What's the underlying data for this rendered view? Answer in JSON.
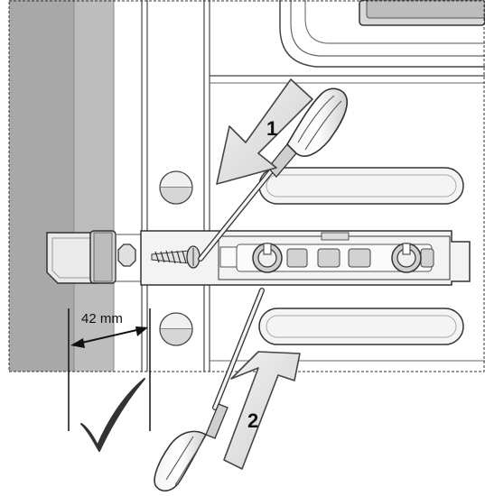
{
  "diagram": {
    "step_labels": [
      "1",
      "2"
    ],
    "dimension_label": "42 mm",
    "status_icon": "checkmark-icon",
    "colors": {
      "wall_dark": "#a6a6a6",
      "wall_mid": "#bfbfbf",
      "arrow_fill": "#e8e8e8",
      "outline": "#333333",
      "checkmark": "#333333"
    }
  }
}
